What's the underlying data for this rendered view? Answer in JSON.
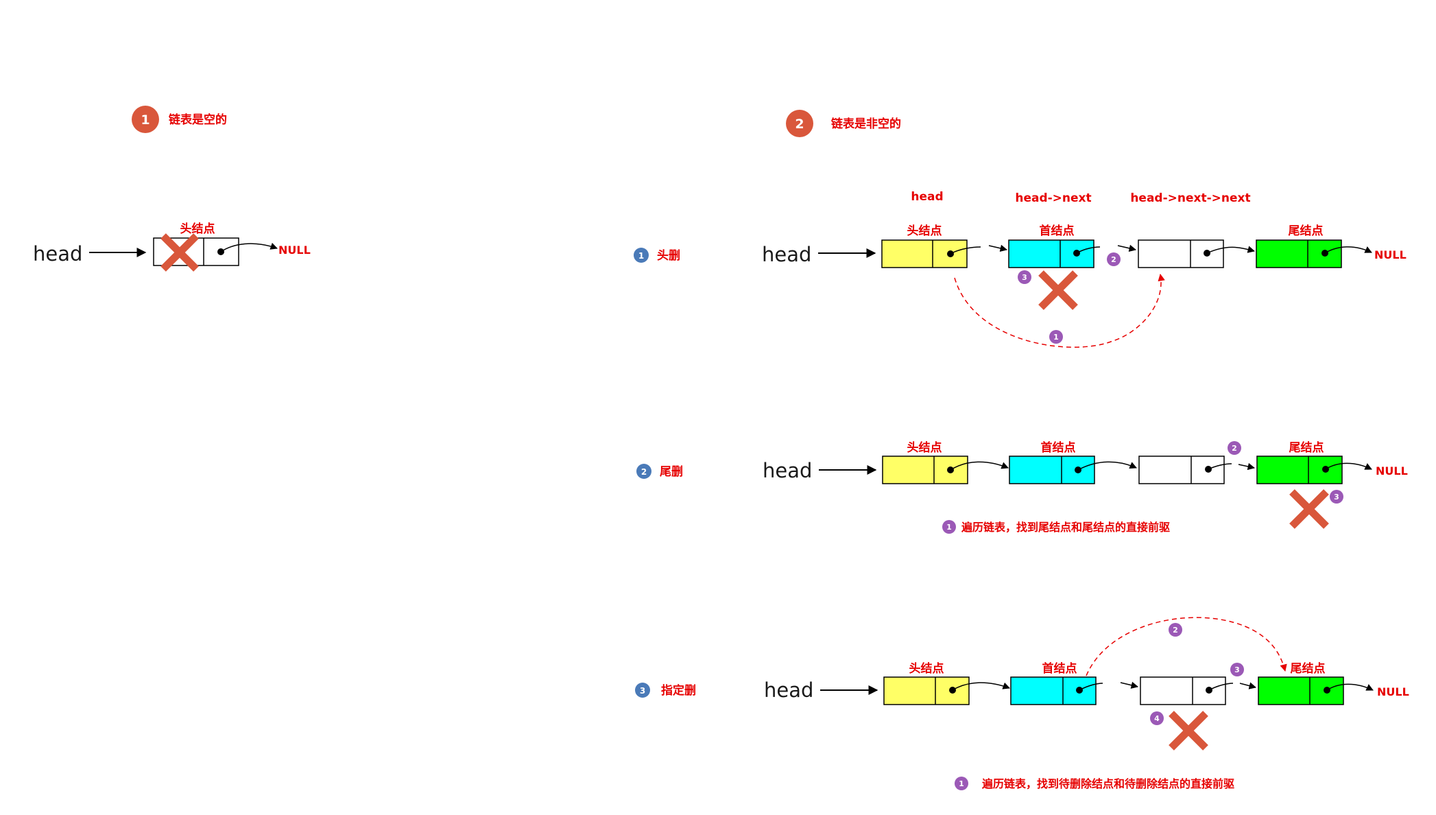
{
  "colors": {
    "label_red": "#e60000",
    "section_badge": "#d9573b",
    "case_badge": "#4a7ab8",
    "step_badge": "#9b59b6",
    "cross": "#d9573b",
    "head_node": "#ffff66",
    "first_node": "#00ffff",
    "tail_node": "#00ff00",
    "plain_node": "#ffffff"
  },
  "section1": {
    "number": "1",
    "title": "链表是空的",
    "head_word": "head",
    "node_label": "头结点",
    "null_text": "NULL"
  },
  "section2": {
    "number": "2",
    "title": "链表是非空的",
    "pointer_labels": [
      "head",
      "head->next",
      "head->next->next"
    ],
    "cases": [
      {
        "number": "1",
        "name": "头删",
        "head_word": "head",
        "node_labels": [
          "头结点",
          "首结点",
          "尾结点"
        ],
        "null_text": "NULL",
        "steps": [
          "1",
          "2",
          "3"
        ]
      },
      {
        "number": "2",
        "name": "尾删",
        "head_word": "head",
        "node_labels": [
          "头结点",
          "首结点",
          "尾结点"
        ],
        "null_text": "NULL",
        "steps": [
          "2",
          "3"
        ],
        "note_step": "1",
        "note": "遍历链表，找到尾结点和尾结点的直接前驱"
      },
      {
        "number": "3",
        "name": "指定删",
        "head_word": "head",
        "node_labels": [
          "头结点",
          "首结点",
          "尾结点"
        ],
        "null_text": "NULL",
        "steps": [
          "2",
          "3",
          "4"
        ],
        "note_step": "1",
        "note": "遍历链表，找到待删除结点和待删除结点的直接前驱"
      }
    ]
  }
}
